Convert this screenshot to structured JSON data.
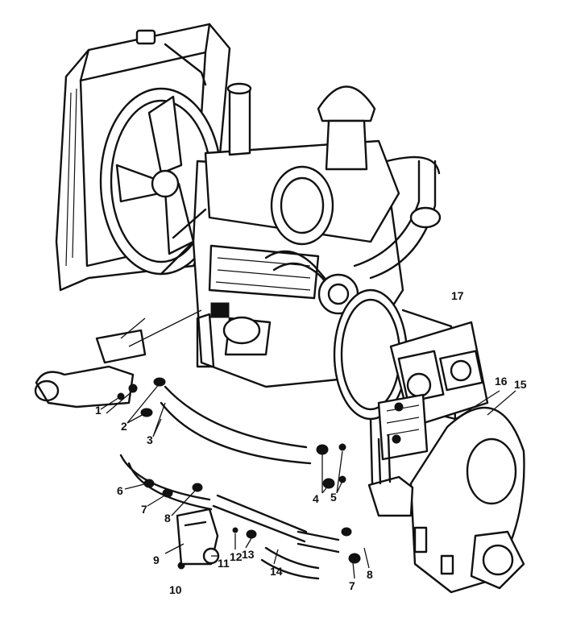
{
  "callouts": [
    {
      "id": "1",
      "text": "1"
    },
    {
      "id": "2",
      "text": "2"
    },
    {
      "id": "3",
      "text": "3"
    },
    {
      "id": "4",
      "text": "4"
    },
    {
      "id": "5",
      "text": "5"
    },
    {
      "id": "6",
      "text": "6"
    },
    {
      "id": "7a",
      "text": "7"
    },
    {
      "id": "8a",
      "text": "8"
    },
    {
      "id": "9",
      "text": "9"
    },
    {
      "id": "10",
      "text": "10"
    },
    {
      "id": "11",
      "text": "11"
    },
    {
      "id": "12",
      "text": "12"
    },
    {
      "id": "13",
      "text": "13"
    },
    {
      "id": "14",
      "text": "14"
    },
    {
      "id": "7b",
      "text": "7"
    },
    {
      "id": "8b",
      "text": "8"
    },
    {
      "id": "15",
      "text": "15"
    },
    {
      "id": "16",
      "text": "16"
    },
    {
      "id": "17",
      "text": "17"
    }
  ]
}
